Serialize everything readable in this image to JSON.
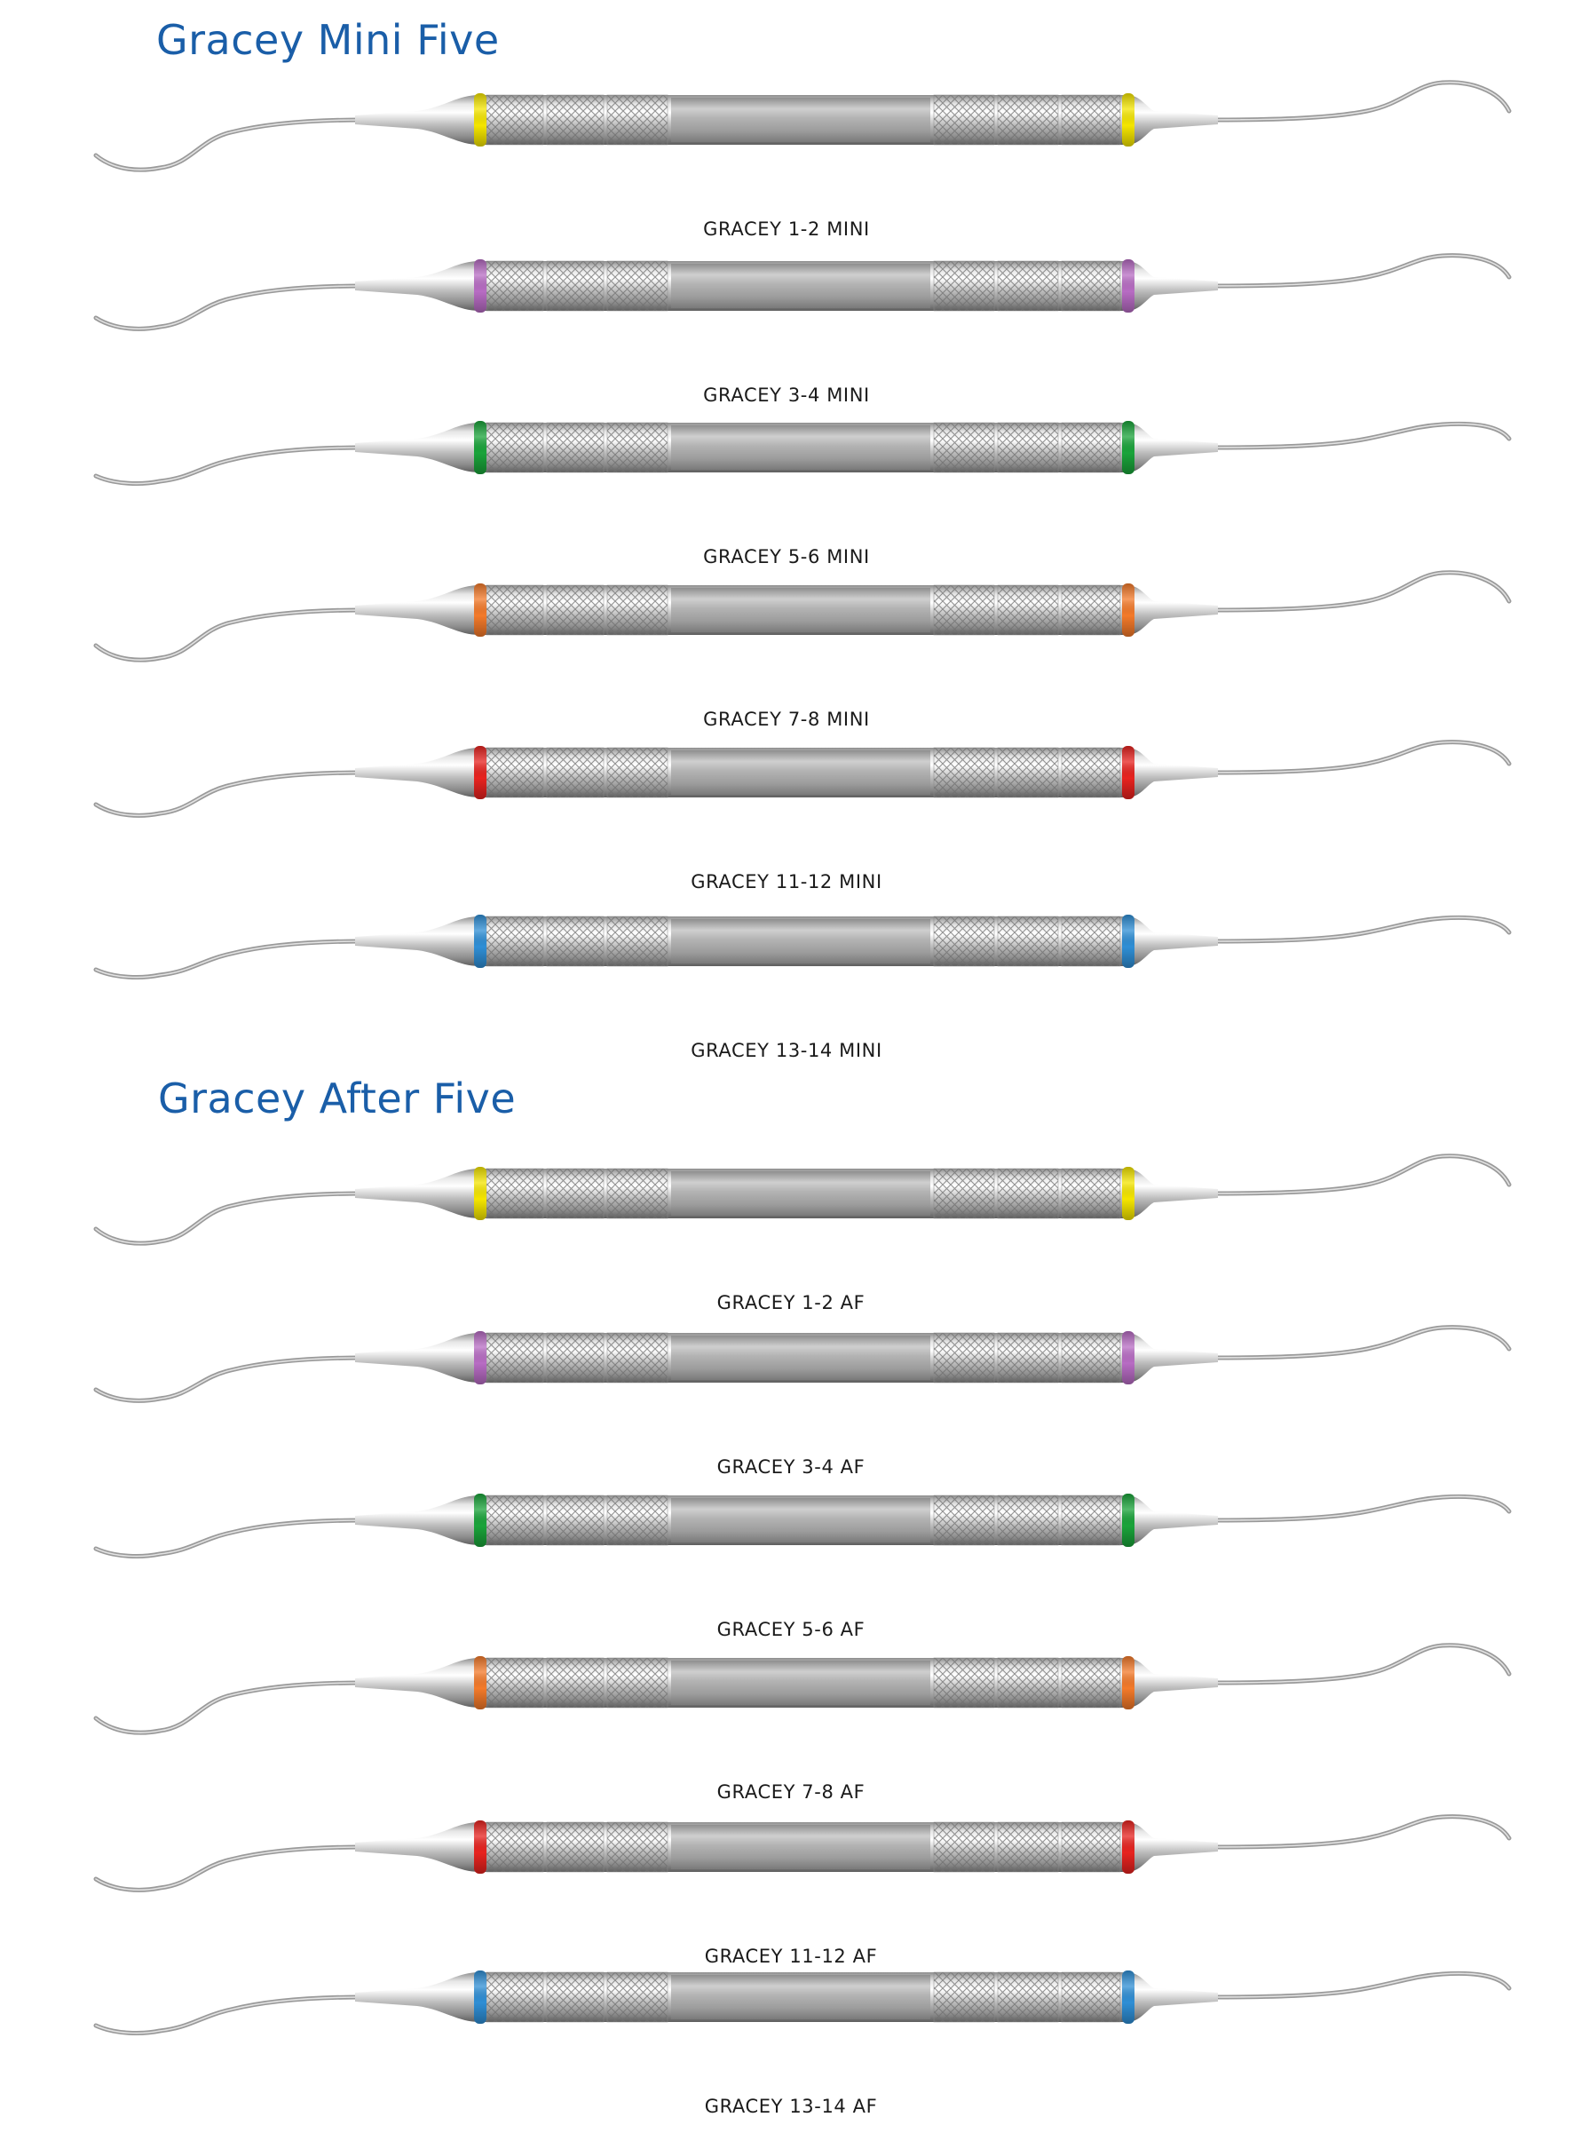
{
  "sections": [
    {
      "title": "Gracey Mini Five",
      "instruments": [
        {
          "label": "GRACEY 1-2 MINI",
          "band_color": "#f5e600"
        },
        {
          "label": "GRACEY 3-4 MINI",
          "band_color": "#b86cc4"
        },
        {
          "label": "GRACEY 5-6 MINI",
          "band_color": "#1aa43a"
        },
        {
          "label": "GRACEY 7-8 MINI",
          "band_color": "#f47a2a"
        },
        {
          "label": "GRACEY 11-12 MINI",
          "band_color": "#e8231f"
        },
        {
          "label": "GRACEY 13-14 MINI",
          "band_color": "#2f8fd6"
        }
      ]
    },
    {
      "title": "Gracey After Five",
      "instruments": [
        {
          "label": "GRACEY 1-2 AF",
          "band_color": "#f5e600"
        },
        {
          "label": "GRACEY 3-4 AF",
          "band_color": "#b86cc4"
        },
        {
          "label": "GRACEY 5-6 AF",
          "band_color": "#1aa43a"
        },
        {
          "label": "GRACEY 7-8 AF",
          "band_color": "#f47a2a"
        },
        {
          "label": "GRACEY 11-12 AF",
          "band_color": "#e8231f"
        },
        {
          "label": "GRACEY 13-14 AF",
          "band_color": "#2f8fd6"
        }
      ]
    }
  ],
  "title_color": "#1a5ea8"
}
